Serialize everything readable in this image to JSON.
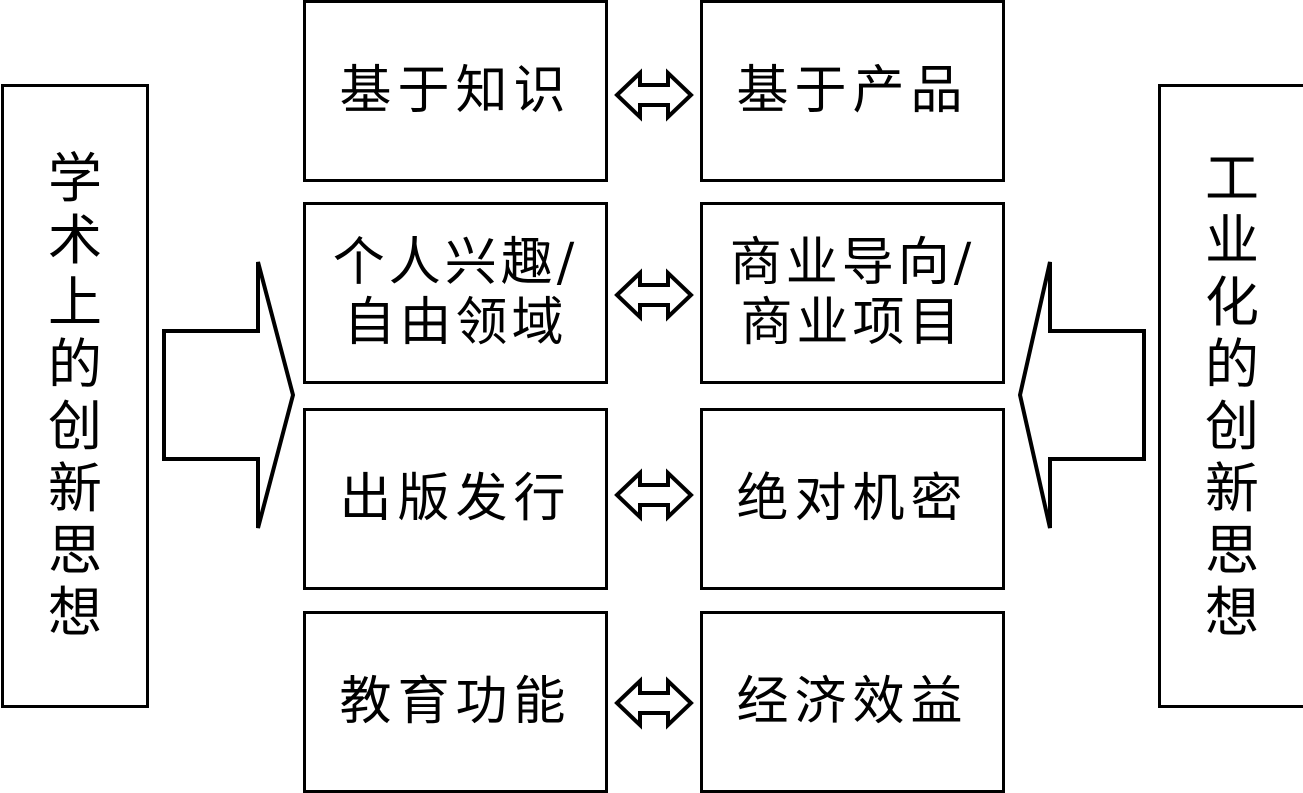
{
  "left_side": {
    "chars": [
      "学",
      "术",
      "上",
      "的",
      "创",
      "新",
      "思",
      "想"
    ]
  },
  "right_side": {
    "chars": [
      "工",
      "业",
      "化",
      "的",
      "创",
      "新",
      "思",
      "想"
    ]
  },
  "rows": [
    {
      "left": [
        "基于知识"
      ],
      "right": [
        "基于产品"
      ]
    },
    {
      "left": [
        "个人兴趣/",
        "自由领域"
      ],
      "right": [
        "商业导向/",
        "商业项目"
      ]
    },
    {
      "left": [
        "出版发行"
      ],
      "right": [
        "绝对机密"
      ]
    },
    {
      "left": [
        "教育功能"
      ],
      "right": [
        "经济效益"
      ]
    }
  ]
}
